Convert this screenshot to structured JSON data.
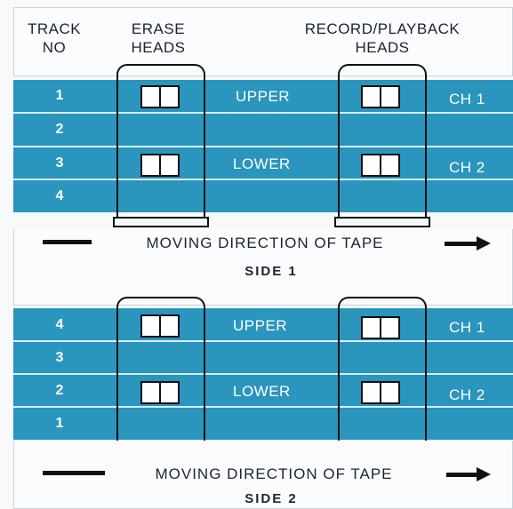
{
  "header": {
    "track_no_line1": "TRACK",
    "track_no_line2": "NO",
    "erase_line1": "ERASE",
    "erase_line2": "HEADS",
    "record_line1": "RECORD/PLAYBACK",
    "record_line2": "HEADS"
  },
  "side1": {
    "tracks": [
      "1",
      "2",
      "3",
      "4"
    ],
    "upper_label": "UPPER",
    "lower_label": "LOWER",
    "ch1": "CH 1",
    "ch2": "CH 2",
    "direction": "MOVING DIRECTION OF TAPE",
    "side_label": "SIDE 1"
  },
  "side2": {
    "tracks": [
      "4",
      "3",
      "2",
      "1"
    ],
    "upper_label": "UPPER",
    "lower_label": "LOWER",
    "ch1": "CH 1",
    "ch2": "CH 2",
    "direction": "MOVING DIRECTION OF TAPE",
    "side_label": "SIDE 2"
  },
  "colors": {
    "tape": "#2a95bd",
    "ink": "#111111",
    "paper": "#f7f9fa"
  }
}
